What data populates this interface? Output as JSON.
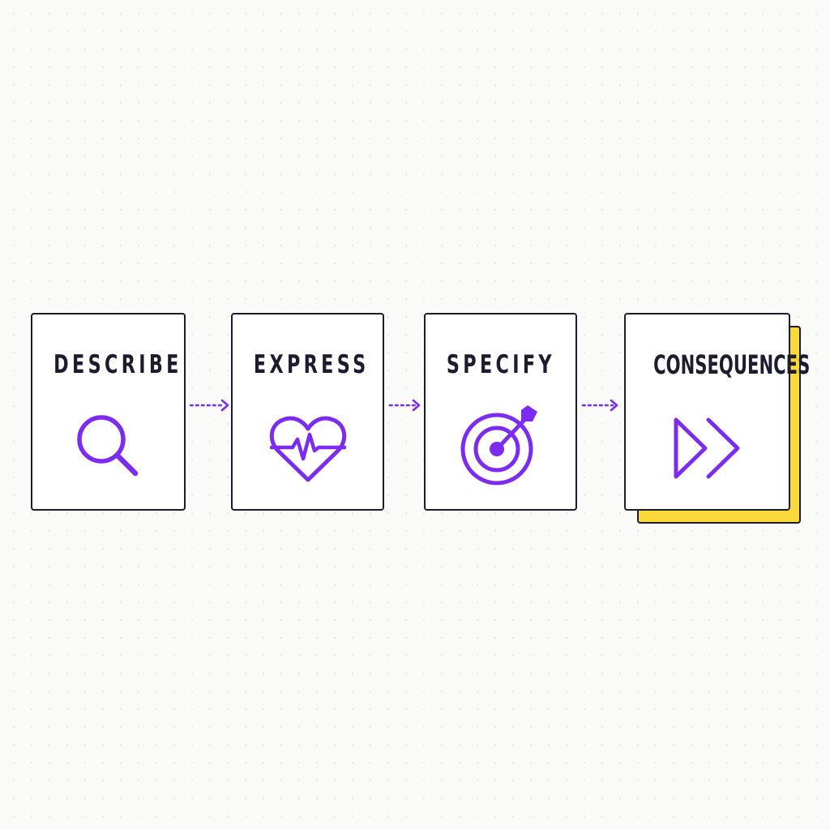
{
  "steps": [
    {
      "label": "DESCRIBE",
      "icon": "magnifying-glass-icon"
    },
    {
      "label": "EXPRESS",
      "icon": "heart-pulse-icon"
    },
    {
      "label": "SPECIFY",
      "icon": "target-arrow-icon"
    },
    {
      "label": "CONSEQUENCES",
      "icon": "fast-forward-icon"
    }
  ],
  "colors": {
    "accent": "#7b2cf0",
    "ink": "#1b1d2e",
    "highlight": "#f9d93a",
    "background": "#fafaf8"
  }
}
